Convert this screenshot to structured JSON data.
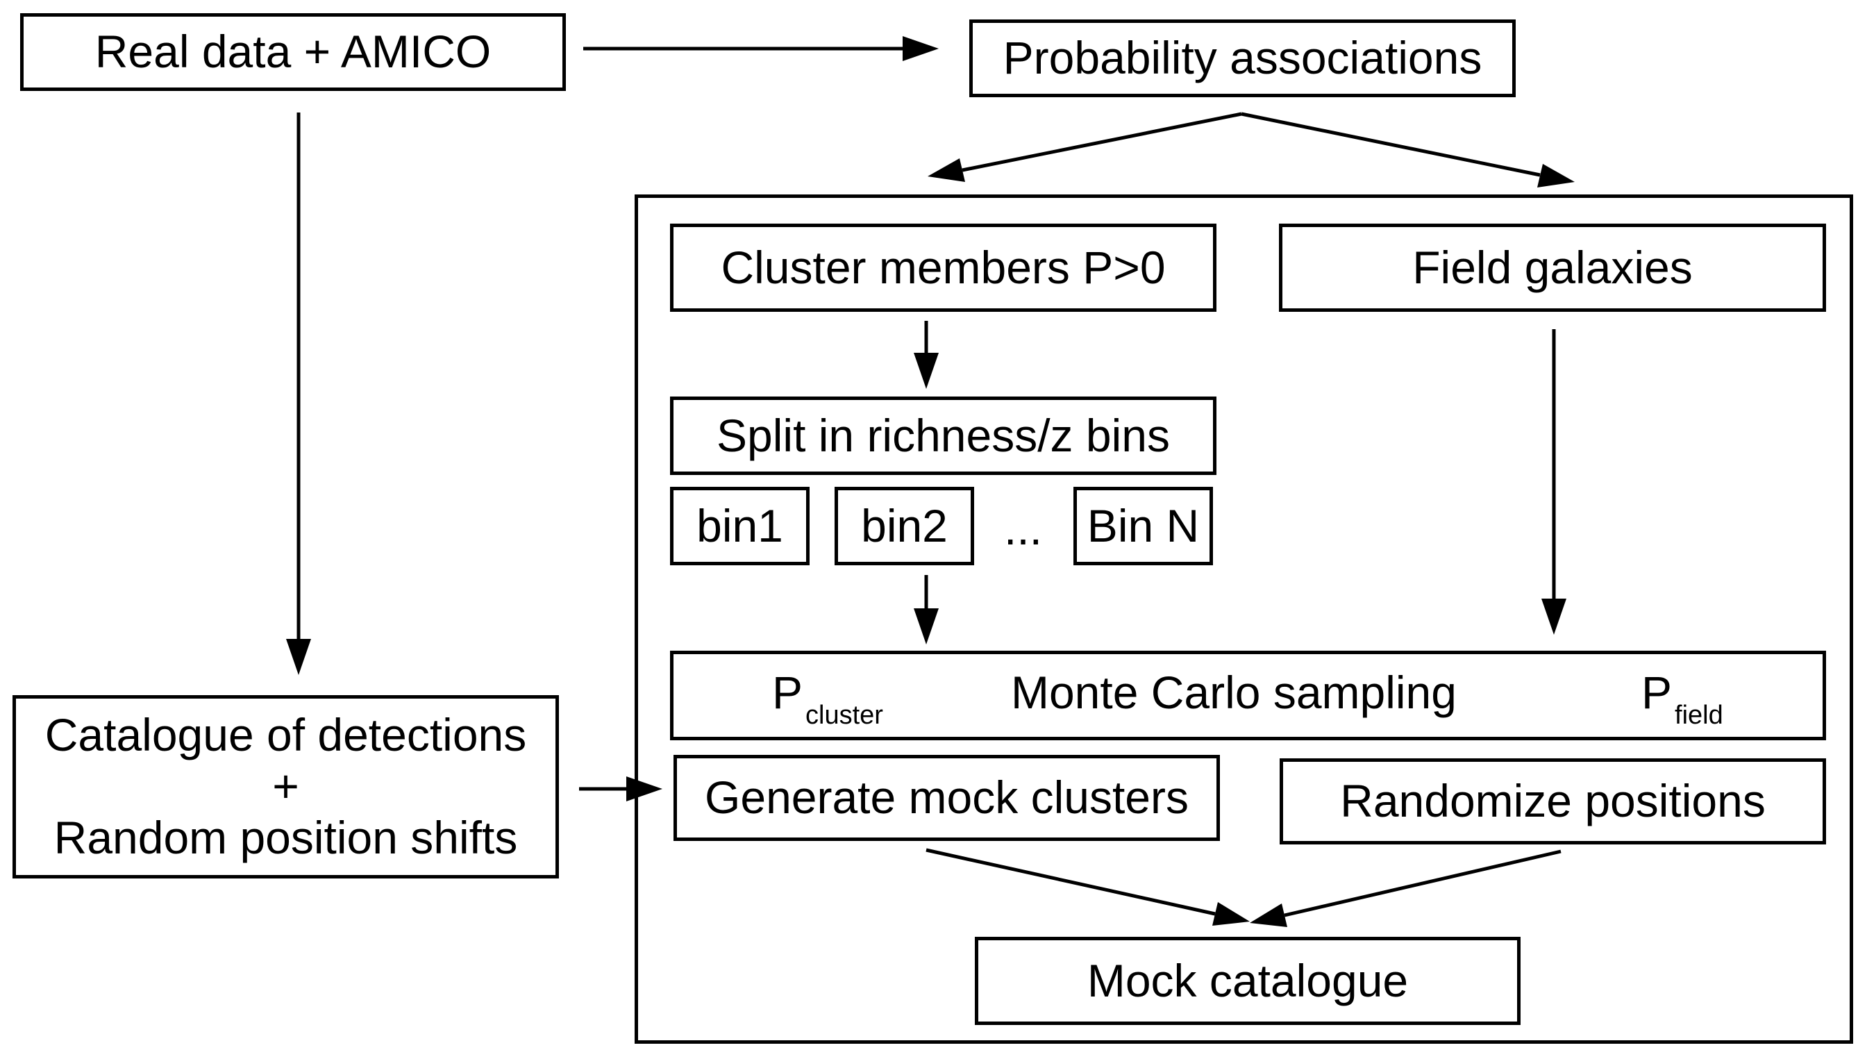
{
  "nodes": {
    "real_data": "Real data + AMICO",
    "prob_assoc": "Probability associations",
    "cluster_members": "Cluster members P>0",
    "field_galaxies": "Field galaxies",
    "split_bins": "Split in richness/z bins",
    "bin1": "bin1",
    "bin2": "bin2",
    "bin_ellipsis": "...",
    "bin_n": "Bin N",
    "catalogue": {
      "line1": "Catalogue of detections",
      "line2": "+",
      "line3": "Random position shifts"
    },
    "monte_carlo": {
      "label": "Monte Carlo sampling",
      "p_cluster_main": "P",
      "p_cluster_sub": "cluster",
      "p_field_main": "P",
      "p_field_sub": "field"
    },
    "generate_mock": "Generate mock clusters",
    "randomize": "Randomize positions",
    "mock_catalogue": "Mock catalogue"
  },
  "style": {
    "stroke_color": "#000000",
    "background": "#ffffff"
  }
}
